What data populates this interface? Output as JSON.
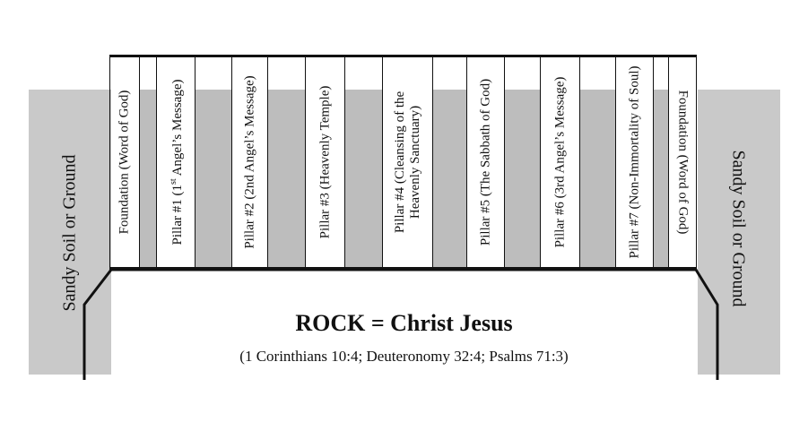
{
  "soil": {
    "left_label": "Sandy Soil or Ground",
    "right_label": "Sandy Soil or Ground"
  },
  "structure": {
    "foundation_left": "Foundation (Word of God)",
    "pillar1_prefix": "Pillar #1 (1",
    "pillar1_sup": "st",
    "pillar1_suffix": " Angel’s Message)",
    "pillar2": "Pillar #2 (2nd Angel’s Message)",
    "pillar3": "Pillar #3 (Heavenly Temple)",
    "pillar4_line1": "Pillar #4 (Cleansing of the",
    "pillar4_line2": "Heavenly Sanctuary)",
    "pillar5": "Pillar #5 (The Sabbath of God)",
    "pillar6": "Pillar #6 (3rd Angel’s Message)",
    "pillar7": "Pillar #7 (Non-Immortality of Soul)",
    "foundation_right": "Foundation (Word of God)"
  },
  "rock": {
    "title": "ROCK = Christ Jesus",
    "reference": "(1 Corinthians 10:4; Deuteronomy 32:4; Psalms 71:3)"
  },
  "colors": {
    "soil": "#c9c9c9",
    "gap_fill": "#bdbdbd",
    "line": "#111111"
  }
}
